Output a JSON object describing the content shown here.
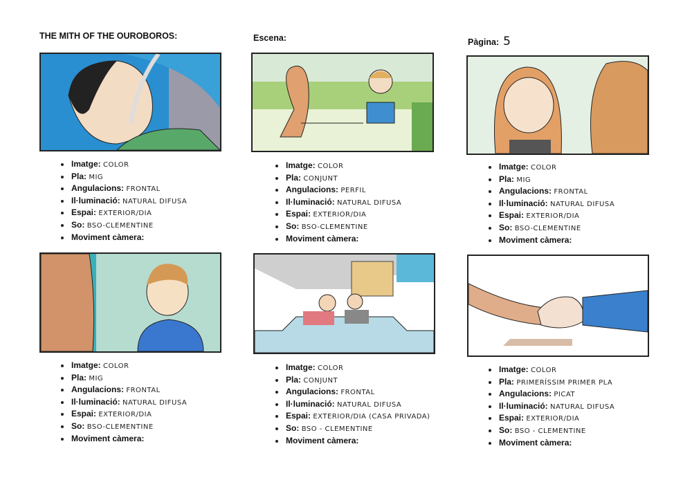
{
  "header": {
    "title": "THE MITH OF THE OUROBOROS:",
    "scene_label": "Escena:",
    "page_label": "Pàgina:",
    "page_number": "5"
  },
  "labels": {
    "image": "Imatge:",
    "shot": "Pla:",
    "angle": "Angulacions:",
    "lighting": "Il·luminació:",
    "space": "Espai:",
    "sound": "So:",
    "camera": "Moviment càmera:"
  },
  "shots": [
    {
      "image": "COLOR",
      "shot": "MIG",
      "angle": "FRONTAL",
      "lighting": "NATURAL DIFUSA",
      "space": "EXTERIOR/DIA",
      "sound": "BSO-CLEMENTINE",
      "camera": ""
    },
    {
      "image": "COLOR",
      "shot": "CONJUNT",
      "angle": "PERFIL",
      "lighting": "NATURAL DIFUSA",
      "space": "EXTERIOR/DIA",
      "sound": "BSO-CLEMENTINE",
      "camera": ""
    },
    {
      "image": "COLOR",
      "shot": "MIG",
      "angle": "FRONTAL",
      "lighting": "NATURAL DIFUSA",
      "space": "EXTERIOR/DIA",
      "sound": "BSO-CLEMENTINE",
      "camera": ""
    },
    {
      "image": "COLOR",
      "shot": "MIG",
      "angle": "FRONTAL",
      "lighting": "NATURAL DIFUSA",
      "space": "EXTERIOR/DIA",
      "sound": "BSO-CLEMENTINE",
      "camera": ""
    },
    {
      "image": "COLOR",
      "shot": "CONJUNT",
      "angle": "FRONTAL",
      "lighting": "NATURAL DIFUSA",
      "space": "EXTERIOR/DIA (CASA PRIVADA)",
      "sound": "BSO - CLEMENTINE",
      "camera": ""
    },
    {
      "image": "COLOR",
      "shot": "PRIMERÍSSIM PRIMER PLA",
      "angle": "PICAT",
      "lighting": "NATURAL DIFUSA",
      "space": "EXTERIOR/DIA",
      "sound": "BSO - CLEMENTINE",
      "camera": ""
    }
  ]
}
